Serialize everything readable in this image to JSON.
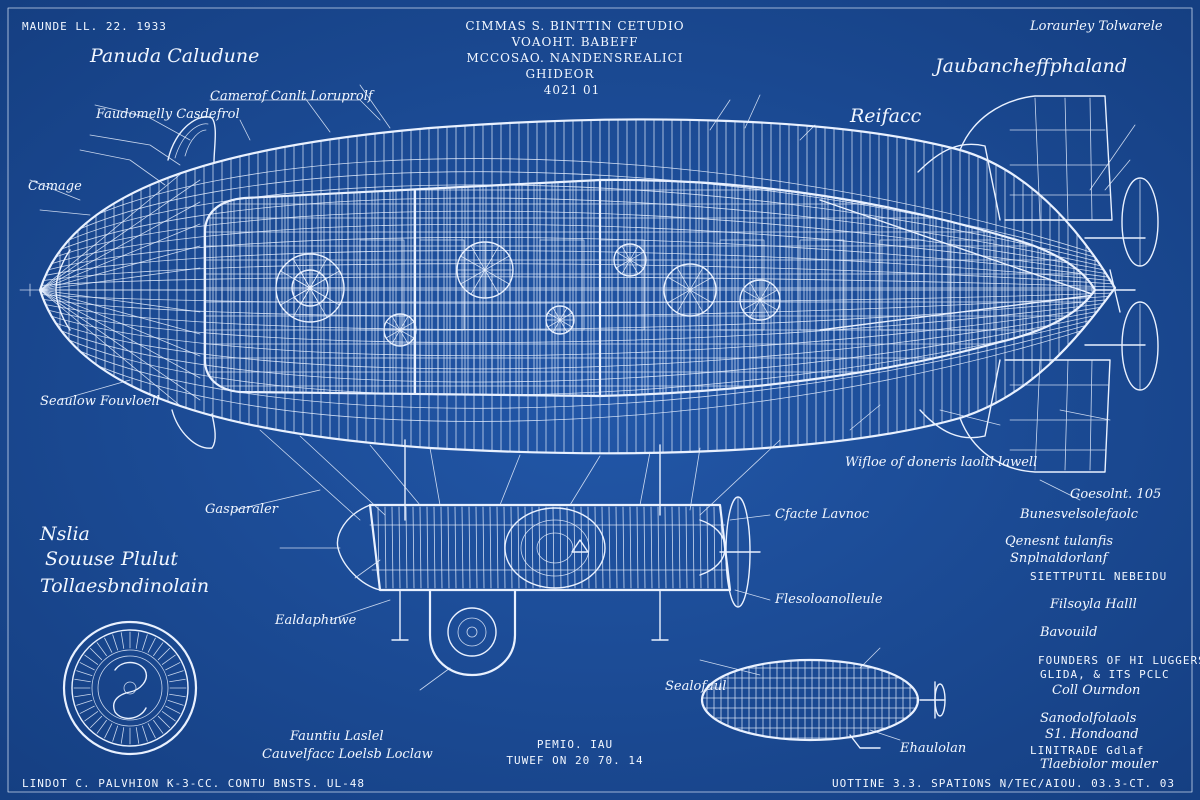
{
  "corner_top_left": "MAUNDE LL. 22. 1933",
  "title_block": {
    "line1": "CIMMAS S. BINTTIN CETUDIO",
    "line2": "VOAOHT. BABEFF",
    "line3": "MCCOSAO. NANDENSREALICI",
    "line4": "GHIDEOR",
    "line5": "4021 01"
  },
  "script_top_left": "Panuda Caludune",
  "script_top_right_1": "Loraurley Tolwarele",
  "script_top_right_2": "Jaubancheffphaland",
  "callouts": {
    "hull_top": "Camerof Canlt Loruprolf",
    "nose_upper": "Faudomelly Casdefrol",
    "nose_left": "Camage",
    "right_upper": "Reifacc",
    "right_lower": "Wifloe of doneris laoltl lawell",
    "hull_lower_left": "Seaulow Fouvloell",
    "gondola_left": "Gasparaler",
    "gondola_right": "Cfacte Lavnoc",
    "propeller": "Flesoloanolleule",
    "gondola_bottom": "Ealdaphuwe",
    "small_label_1": "Sealofaul",
    "small_label_2": "Ehaulolan",
    "footer_script_1": "Fauntiu Laslel",
    "footer_script_2": "Cauvelfacc Loelsb Loclaw"
  },
  "left_script": {
    "line1": "Nslia",
    "line2": "Souuse Plulut",
    "line3": "Tollaesbndinolain"
  },
  "right_notes": {
    "line1": "Goesolnt. 105",
    "line2": "Bunesvelsolefaolc",
    "line3": "Qenesnt tulanfis",
    "line4": "Snplnaldorlanf",
    "line5": "SIETTPUTIL NEBEIDU",
    "line6": "Filsoyla Halll",
    "line7": "Bavouild",
    "block_1": "FOUNDERS OF HI LUGGERS",
    "block_2": "GLIDA, & ITS PCLC",
    "block_3": "Coll Ourndon",
    "line8": "Sanodolfolaols",
    "line9": "S1. Hondoand",
    "line10": "LINITRADE Gdlaf",
    "line11": "Tlaebiolor mouler"
  },
  "center_footer": {
    "line1": "PEMIO. IAU",
    "line2": "TUWEF ON 20 70. 14"
  },
  "footer_left": "LINDOT C. PALVHION K-3-CC. CONTU BNSTS. UL-48",
  "footer_right": "UOTTINE 3.3. SPATIONS N/TEC/AIOU. 03.3-CT. 03",
  "colors": {
    "paper": "#1b4f9c",
    "ink": "#e9f1ff"
  }
}
